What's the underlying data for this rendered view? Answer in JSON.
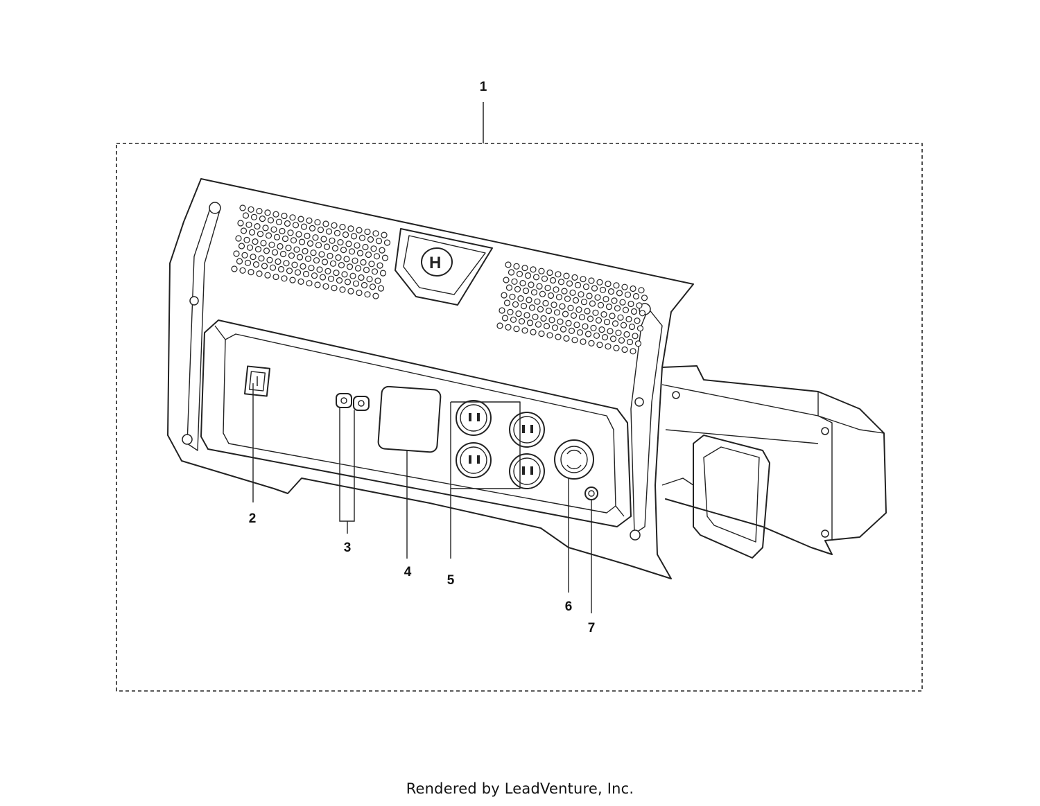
{
  "callouts": [
    {
      "id": "1",
      "label": "1"
    },
    {
      "id": "2",
      "label": "2"
    },
    {
      "id": "3",
      "label": "3"
    },
    {
      "id": "4",
      "label": "4"
    },
    {
      "id": "5",
      "label": "5"
    },
    {
      "id": "6",
      "label": "6"
    },
    {
      "id": "7",
      "label": "7"
    }
  ],
  "footer": {
    "text": "Rendered by LeadVenture, Inc."
  },
  "colors": {
    "line": "#222222",
    "background": "#ffffff"
  }
}
